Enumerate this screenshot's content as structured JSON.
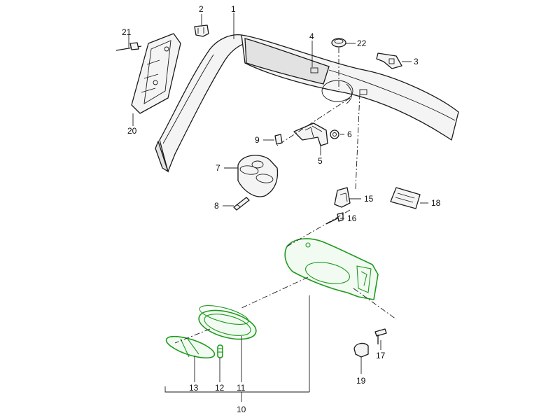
{
  "callouts": {
    "c1": "1",
    "c2": "2",
    "c3": "3",
    "c4": "4",
    "c5": "5",
    "c6": "6",
    "c7": "7",
    "c8": "8",
    "c9": "9",
    "c10": "10",
    "c11": "11",
    "c12": "12",
    "c13": "13",
    "c15": "15",
    "c16": "16",
    "c17": "17",
    "c18": "18",
    "c19": "19",
    "c20": "20",
    "c21": "21",
    "c22": "22"
  },
  "colors": {
    "highlight": "#1e9a1e",
    "line": "#1a1a1a"
  }
}
